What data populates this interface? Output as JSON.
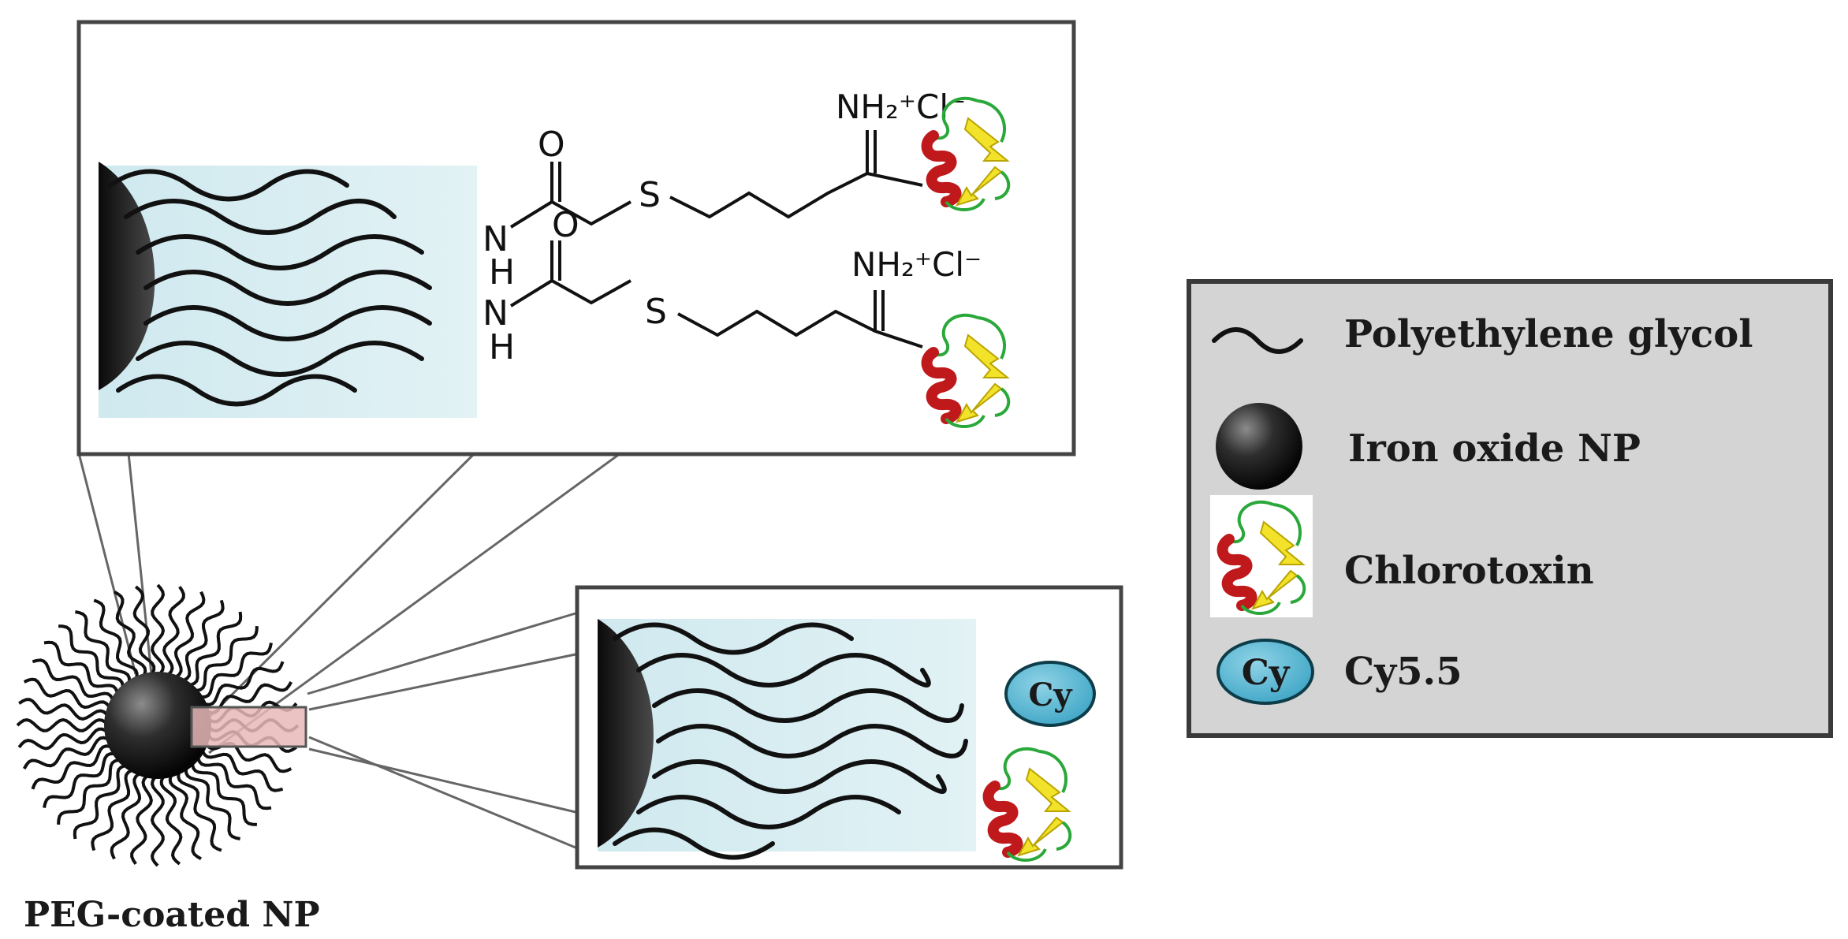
{
  "figure": {
    "nanoparticle_caption": "PEG-coated NP",
    "chemistry": {
      "carbonyl_oxygen": "O",
      "amine_nitrogen": "N",
      "amine_hydrogen": "H",
      "sulfur": "S",
      "iminium_salt": "NH₂⁺Cl⁻"
    },
    "dye_label": "Cy"
  },
  "legend": {
    "items": [
      {
        "symbol": "wave",
        "label": "Polyethylene glycol"
      },
      {
        "symbol": "sphere",
        "label": "Iron oxide NP"
      },
      {
        "symbol": "protein",
        "label": "Chlorotoxin"
      },
      {
        "symbol": "ellipse",
        "label": "Cy5.5",
        "badge": "Cy"
      }
    ]
  },
  "colors": {
    "shell": "#cfe9ef",
    "dye": "#5bbcd6",
    "helix": "#c0191c",
    "sheet": "#f2e22a",
    "loop": "#2aa83a",
    "legend_bg": "#d4d4d4",
    "highlight": "#e9b8b8"
  }
}
